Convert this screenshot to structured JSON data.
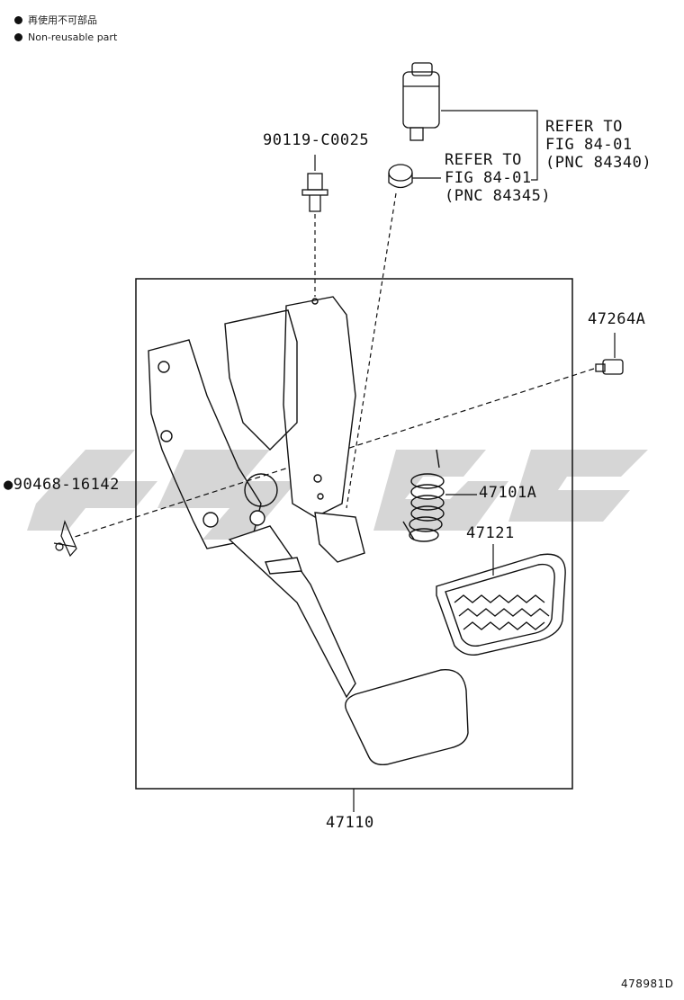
{
  "legend": {
    "reusable_cn": "再使用不可部品",
    "non_reusable": "Non-reusable part"
  },
  "parts": {
    "bolt": "90119-C0025",
    "pin": "47264A",
    "clip": "●90468-16142",
    "spring": "47101A",
    "pad": "47121",
    "pedal_assembly": "47110"
  },
  "references": {
    "switch_line1": "REFER TO",
    "switch_line2": "FIG 84-01",
    "switch_line3": "(PNC 84340)",
    "cushion_line1": "REFER TO",
    "cushion_line2": "FIG 84-01",
    "cushion_line3": "(PNC 84345)"
  },
  "figure_id": "478981D",
  "colors": {
    "line": "#111111",
    "watermark": "#d4d4d4"
  }
}
